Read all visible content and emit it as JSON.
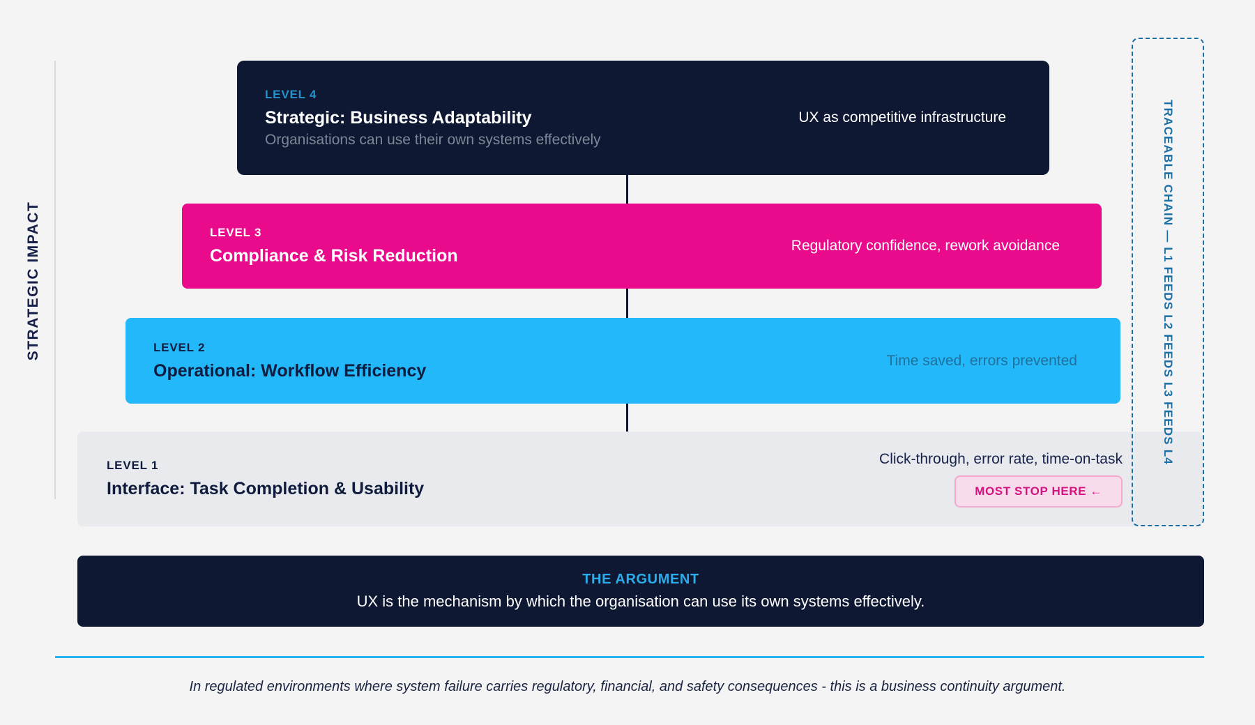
{
  "axis": {
    "left_label": "STRATEGIC IMPACT"
  },
  "chain": {
    "label": "TRACEABLE CHAIN — L1 FEEDS L2 FEEDS L3 FEEDS L4"
  },
  "levels": [
    {
      "tag": "LEVEL 4",
      "title": "Strategic: Business Adaptability",
      "subtitle": "Organisations can use their own systems effectively",
      "metric": "UX as competitive infrastructure"
    },
    {
      "tag": "LEVEL 3",
      "title": "Compliance & Risk Reduction",
      "metric": "Regulatory confidence, rework avoidance"
    },
    {
      "tag": "LEVEL 2",
      "title": "Operational: Workflow Efficiency",
      "metric": "Time saved, errors prevented"
    },
    {
      "tag": "LEVEL 1",
      "title": "Interface: Task Completion & Usability",
      "metric": "Click-through, error rate, time-on-task",
      "badge": "MOST STOP HERE ←"
    }
  ],
  "argument": {
    "heading": "THE ARGUMENT",
    "body": "UX is the mechanism by which the organisation can use its own systems effectively."
  },
  "footnote": "In regulated environments where system failure carries regulatory, financial, and safety consequences - this is a business continuity argument.",
  "colors": {
    "page_bg": "#f4f4f5",
    "navy_card": "#0e1833",
    "pink_card": "#ea0b8c",
    "blue_card": "#22b8f9",
    "gray_card": "#e8eaed",
    "level4_tag_cyan": "#2593c9",
    "argument_heading_cyan": "#2cade9",
    "divider_blue": "#29b2f0",
    "chain_steel_blue": "#1c6fa4",
    "badge_text_pink": "#d31380",
    "badge_bg": "#f9dceb",
    "badge_border": "#f2a9cd"
  }
}
